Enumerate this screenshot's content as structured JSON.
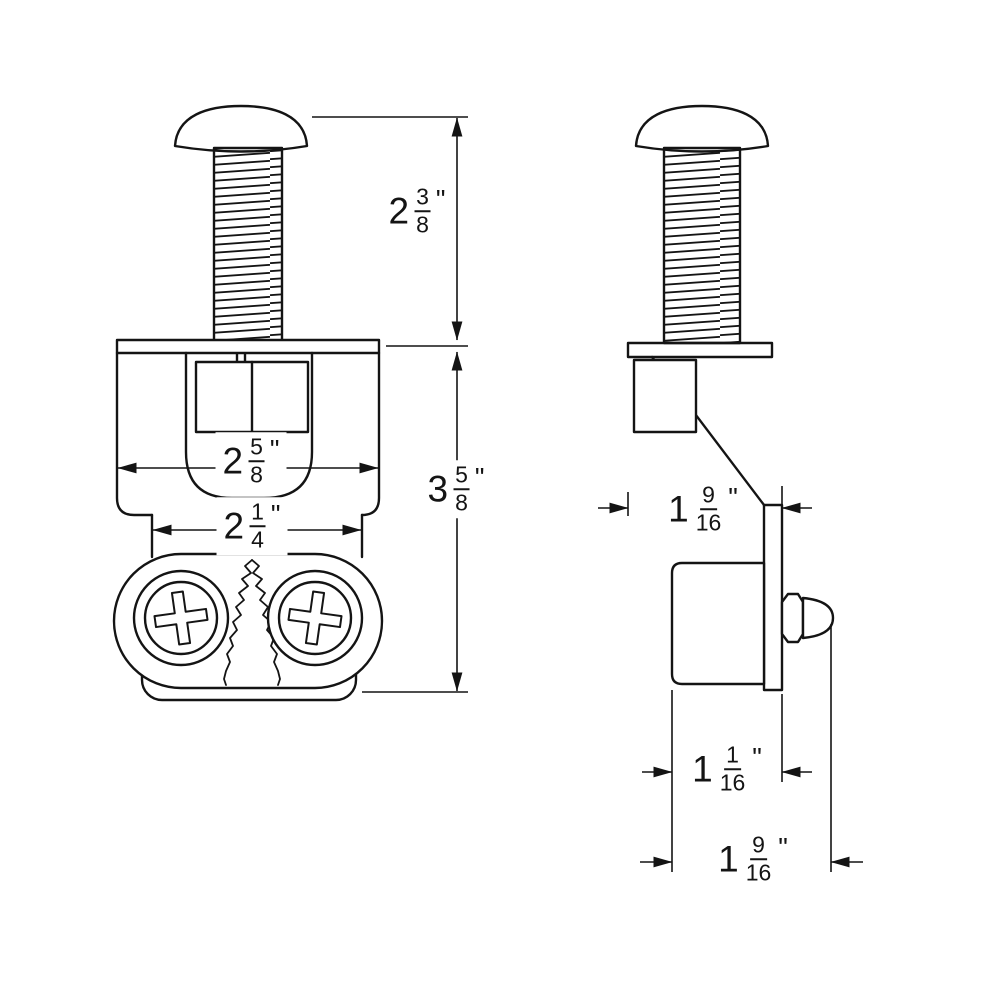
{
  "dimensions": {
    "bolt_length": {
      "whole": "2",
      "numerator": "3",
      "denominator": "8",
      "unit": "\""
    },
    "assembly_height": {
      "whole": "3",
      "numerator": "5",
      "denominator": "8",
      "unit": "\""
    },
    "outer_width": {
      "whole": "2",
      "numerator": "5",
      "denominator": "8",
      "unit": "\""
    },
    "inner_width": {
      "whole": "2",
      "numerator": "1",
      "denominator": "4",
      "unit": "\""
    },
    "bracket_depth": {
      "whole": "1",
      "numerator": "9",
      "denominator": "16",
      "unit": "\""
    },
    "roller_offset": {
      "whole": "1",
      "numerator": "1",
      "denominator": "16",
      "unit": "\""
    },
    "overall_depth": {
      "whole": "1",
      "numerator": "9",
      "denominator": "16",
      "unit": "\""
    }
  },
  "colors": {
    "line": "#141414",
    "background": "#ffffff"
  }
}
